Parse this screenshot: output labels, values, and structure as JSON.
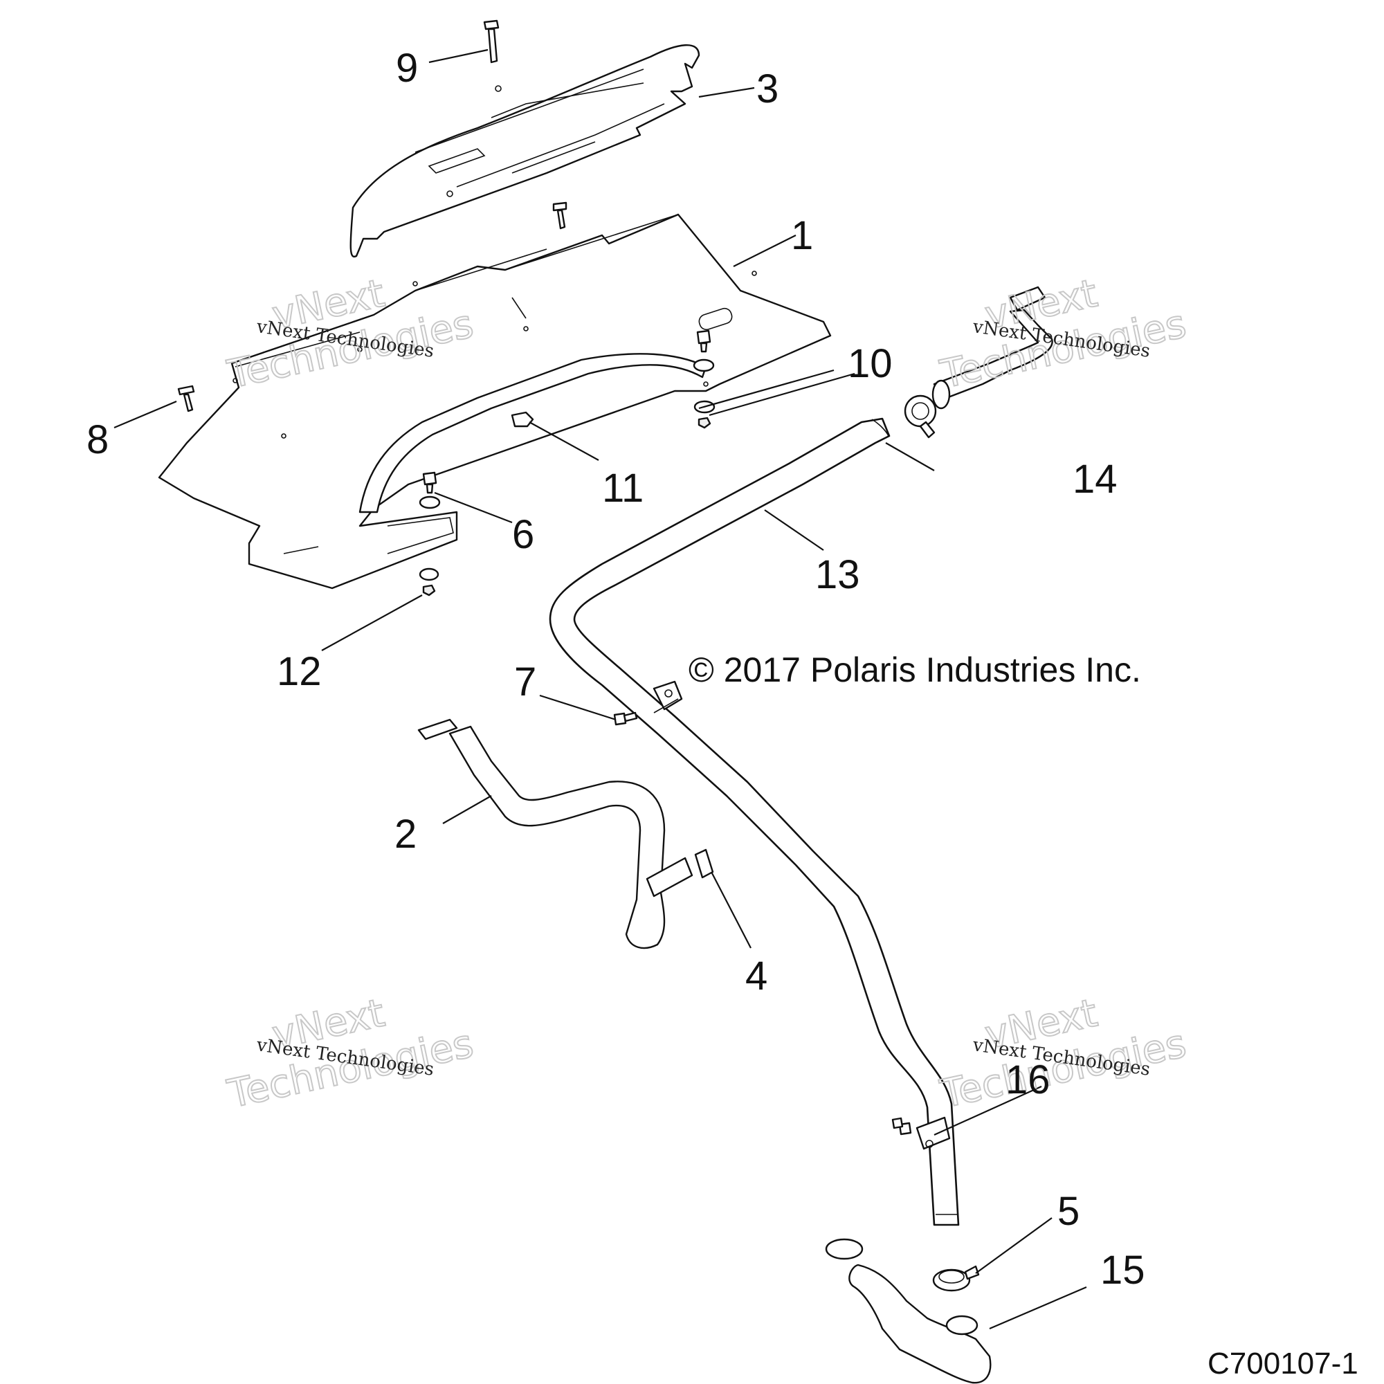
{
  "callouts": [
    "1",
    "2",
    "3",
    "4",
    "5",
    "6",
    "7",
    "8",
    "9",
    "10",
    "11",
    "12",
    "13",
    "14",
    "15",
    "16"
  ],
  "copyright": "© 2017 Polaris Industries Inc.",
  "drawing_id": "C700107-1",
  "watermark": {
    "line1": "vNext",
    "line2": "Technologies",
    "small": "vNext Technologies"
  }
}
